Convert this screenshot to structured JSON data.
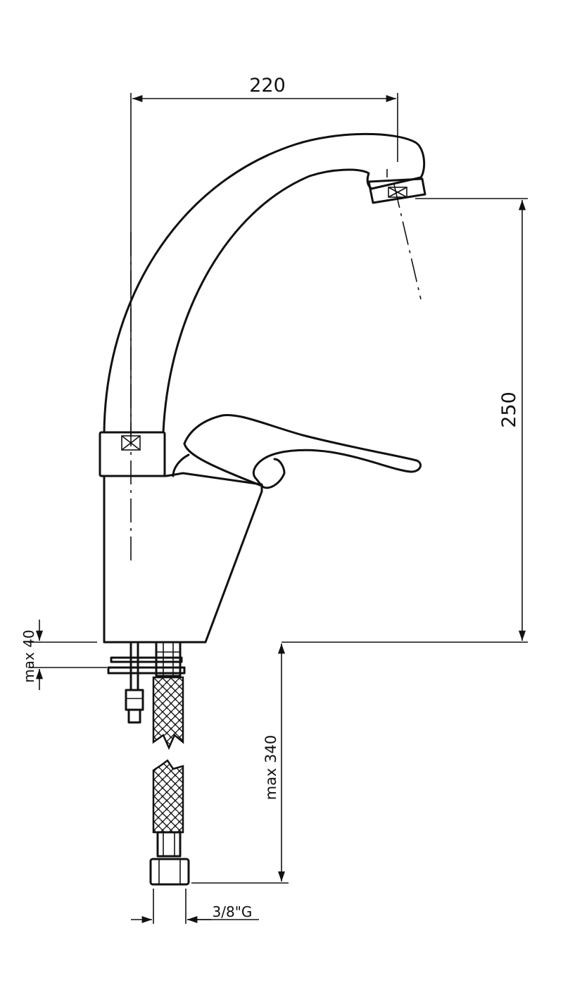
{
  "drawing": {
    "dimensions": {
      "spout_reach": "220",
      "spout_height": "250",
      "deck_thickness": "max 40",
      "hose_length": "max 340",
      "connection_thread": "3/8\"G"
    },
    "colors": {
      "ink": "#111111",
      "paper": "#ffffff"
    }
  }
}
